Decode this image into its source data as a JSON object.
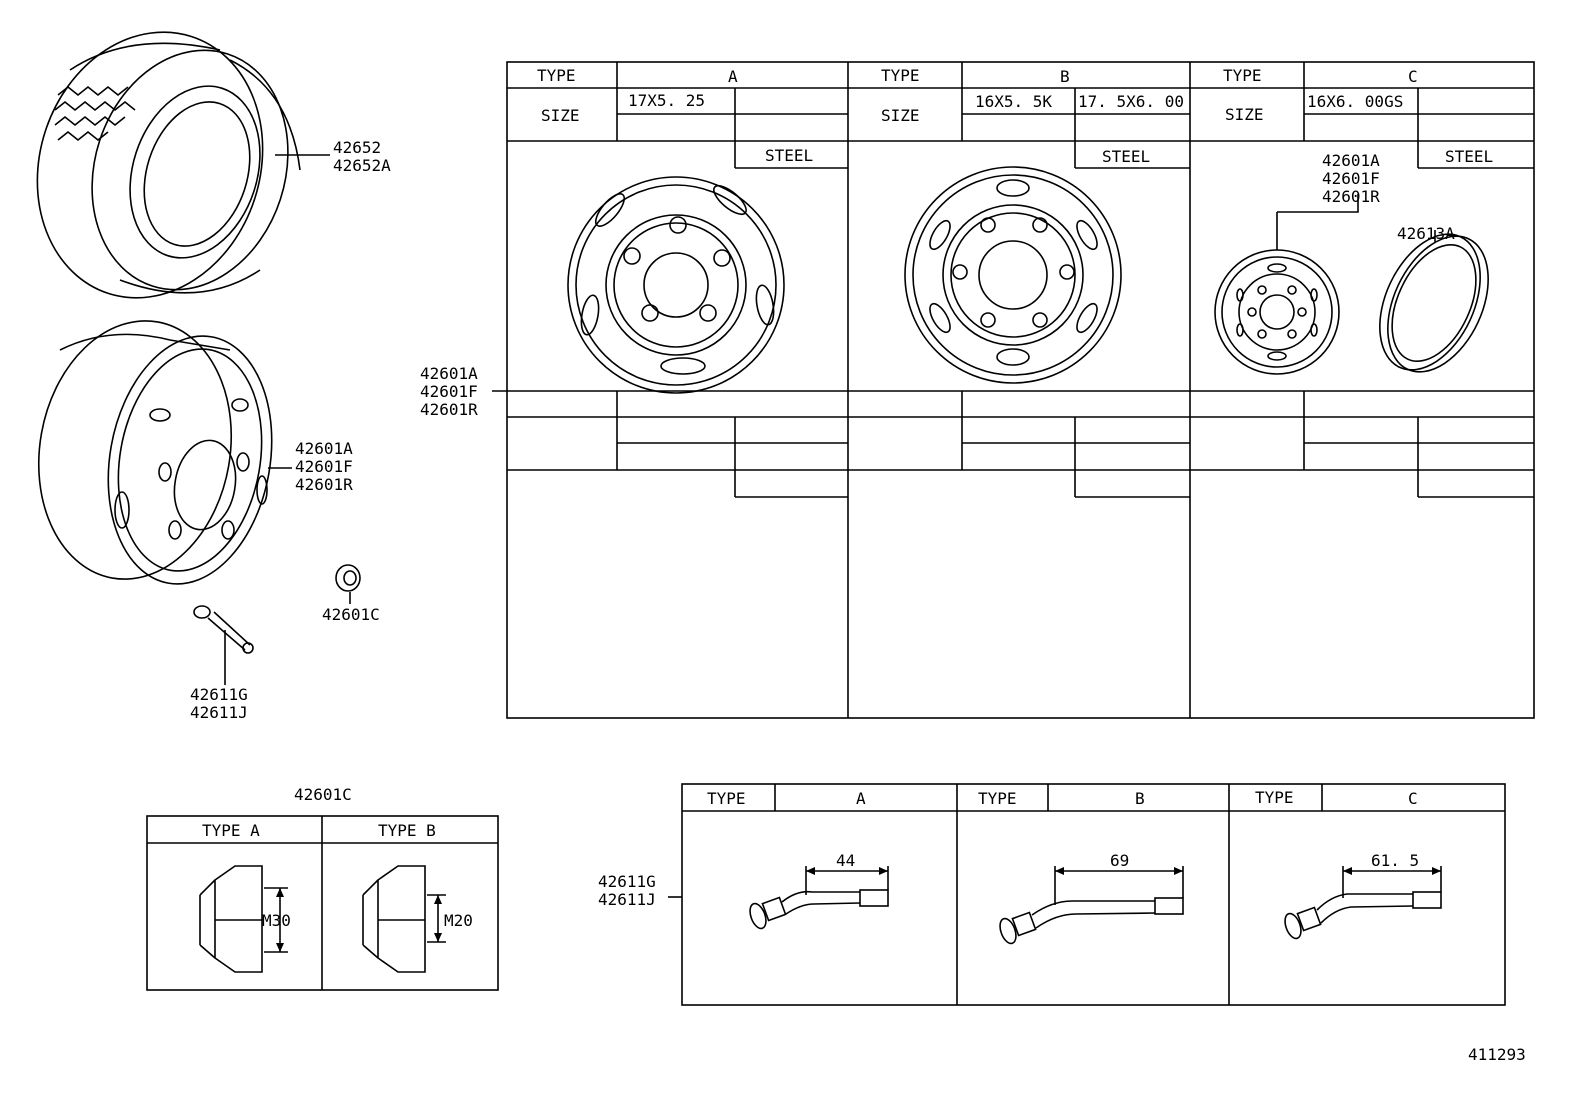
{
  "tire": {
    "parts": [
      "42652",
      "42652A"
    ]
  },
  "wheel": {
    "parts": [
      "42601A",
      "42601F",
      "42601R"
    ]
  },
  "nut": {
    "part": "42601C"
  },
  "valve": {
    "parts": [
      "42611G",
      "42611J"
    ]
  },
  "wheel_table": {
    "side_labels": [
      "42601A",
      "42601F",
      "42601R"
    ],
    "type_label": "TYPE",
    "size_label": "SIZE",
    "columns": [
      {
        "type": "A",
        "sizes": [
          "17X5. 25",
          ""
        ],
        "material": "STEEL"
      },
      {
        "type": "B",
        "sizes": [
          "16X5. 5K",
          "17. 5X6. 00"
        ],
        "material": "STEEL"
      },
      {
        "type": "C",
        "sizes": [
          "16X6. 00GS",
          ""
        ],
        "material": "STEEL",
        "wheel_parts": [
          "42601A",
          "42601F",
          "42601R"
        ],
        "ring_part": "42613A"
      }
    ]
  },
  "nut_table": {
    "title": "42601C",
    "columns": [
      {
        "type": "TYPE  A",
        "thread": "M30"
      },
      {
        "type": "TYPE  B",
        "thread": "M20"
      }
    ]
  },
  "valve_table": {
    "side_labels": [
      "42611G",
      "42611J"
    ],
    "type_label": "TYPE",
    "columns": [
      {
        "type": "A",
        "length": "44"
      },
      {
        "type": "B",
        "length": "69"
      },
      {
        "type": "C",
        "length": "61. 5"
      }
    ]
  },
  "diagram_id": "411293"
}
